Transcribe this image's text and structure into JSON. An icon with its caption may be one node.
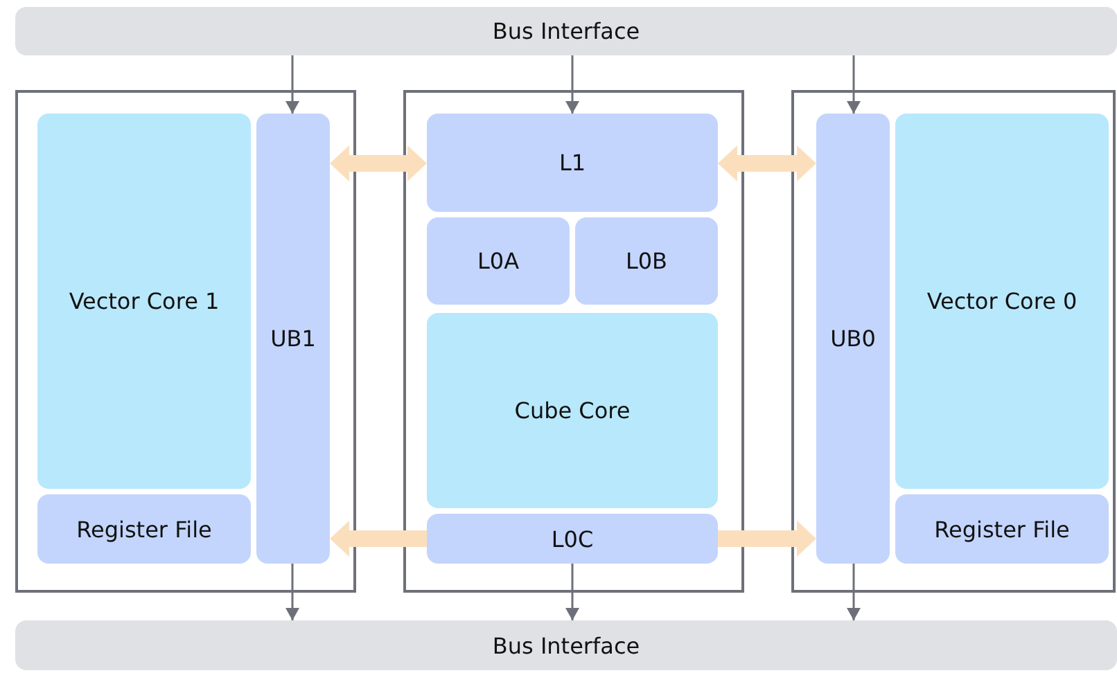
{
  "diagram": {
    "nodes": [
      {
        "text": [
          "Bus Interface"
        ]
      },
      {
        "text": [],
        "shape": "box"
      },
      {
        "text": [
          "Vector Core 1"
        ],
        "in": 1
      },
      {
        "text": [
          "Register File"
        ],
        "in": 1
      },
      {
        "text": [
          "UB1"
        ],
        "in": 1
      },
      {
        "text": [],
        "shape": "box"
      },
      {
        "text": [
          "L1"
        ],
        "in": 5
      },
      {
        "text": [
          "L0A"
        ],
        "in": 5
      },
      {
        "text": [
          "L0B"
        ],
        "in": 5
      },
      {
        "text": [
          "Cube Core"
        ],
        "in": 5
      },
      {
        "text": [
          "L0C"
        ],
        "in": 5
      },
      {
        "text": [],
        "shape": "box"
      },
      {
        "text": [
          "UB0"
        ],
        "in": 11
      },
      {
        "text": [
          "Vector Core 0"
        ],
        "in": 11
      },
      {
        "text": [
          "Register File"
        ],
        "in": 11
      },
      {
        "text": [
          "Bus Interface"
        ]
      }
    ],
    "edges": [
      {
        "from": 0,
        "to": 4,
        "arrow": "to"
      },
      {
        "from": 0,
        "to": 6,
        "arrow": "to"
      },
      {
        "from": 0,
        "to": 12,
        "arrow": "to"
      },
      {
        "from": 4,
        "to": 6,
        "arrow": "both",
        "style": "thick",
        "color": "#fbdfbd"
      },
      {
        "from": 6,
        "to": 12,
        "arrow": "both",
        "style": "thick",
        "color": "#fbdfbd"
      },
      {
        "from": 10,
        "to": 4,
        "arrow": "to",
        "style": "thick",
        "color": "#fbdfbd"
      },
      {
        "from": 10,
        "to": 12,
        "arrow": "to",
        "style": "thick",
        "color": "#fbdfbd"
      },
      {
        "from": 4,
        "to": 15,
        "arrow": "to"
      },
      {
        "from": 10,
        "to": 15,
        "arrow": "to"
      },
      {
        "from": 12,
        "to": 15,
        "arrow": "to"
      }
    ]
  }
}
